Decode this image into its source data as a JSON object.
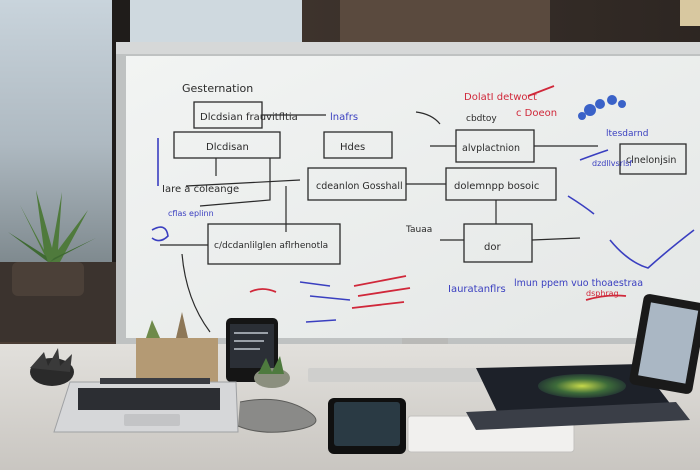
{
  "whiteboard": {
    "texts": {
      "t1": "Gesternation",
      "t2": "Dlcdsian  frauvitfltia",
      "t3": "lnafrs",
      "t4": "Dlcdisan",
      "t5": "Hdes",
      "t6": "Iare a coleange",
      "t7": "cdeanlon Gosshall",
      "t8": "cflas eplinn",
      "t9": "c/dcdanlilglen aflrhenotla",
      "t10": "Tauaa",
      "t11": "dor",
      "t12": "alvplactnion",
      "t13": "dolemnpp bosoic",
      "t14": "DolatI detwoct",
      "t15": "c Doeon",
      "t16": "cbdtoy",
      "t17": "clnelonjsin",
      "t18": "ltesdarnd",
      "t19": "Iauratanflrs",
      "t20": "lmun ppem vuo thoaestraa",
      "t21": "dsphrag",
      "t22": "dzdllvsrlsf"
    }
  },
  "colors": {
    "ink_black": "#2b2b2b",
    "ink_blue": "#3a3fc0",
    "ink_red": "#d0283a",
    "board": "#eef0ef",
    "desk": "#d9d7d3"
  }
}
